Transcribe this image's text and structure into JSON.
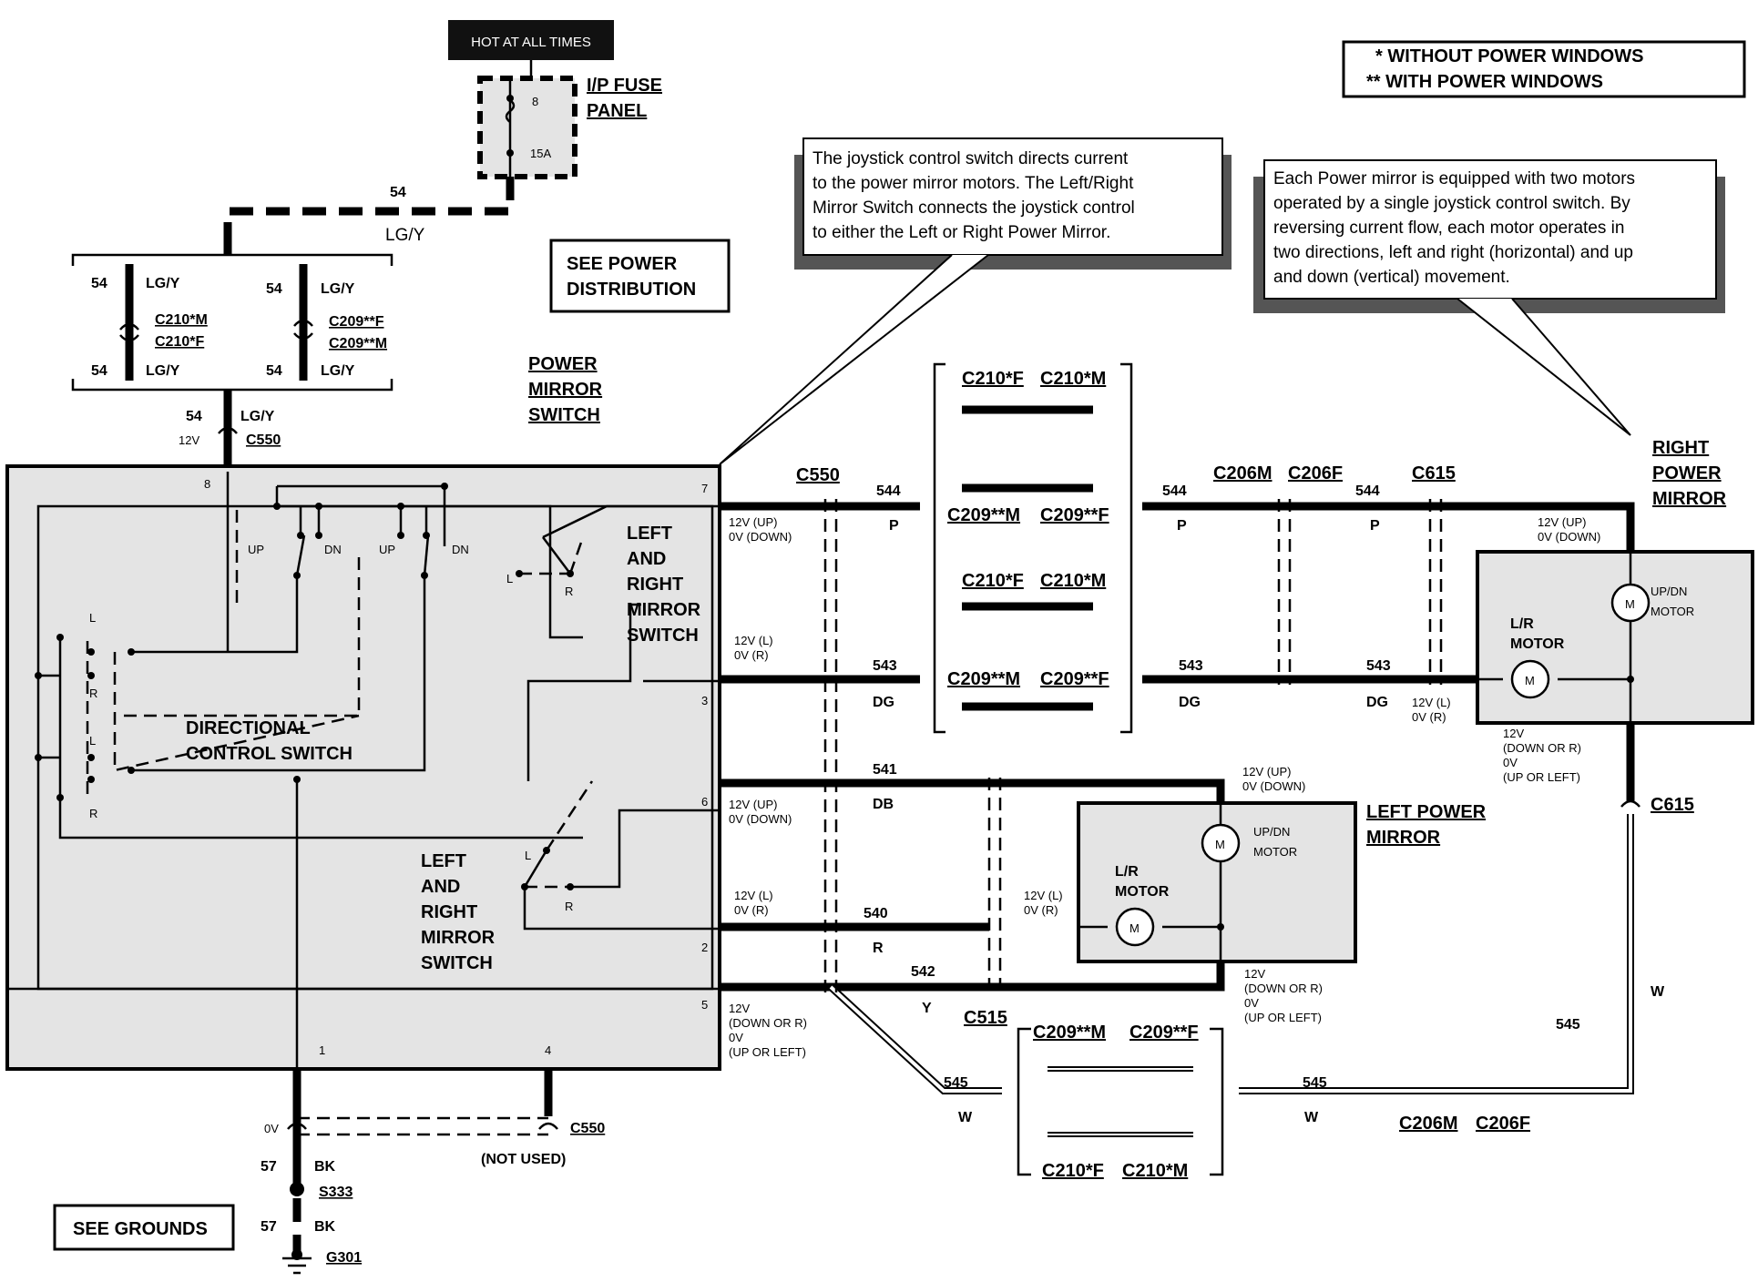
{
  "hot_label": "HOT AT ALL TIMES",
  "fuse": {
    "panel": [
      "I/P FUSE",
      "PANEL"
    ],
    "number": "8",
    "rating": "15A"
  },
  "legend": {
    "line1": "*  WITHOUT POWER WINDOWS",
    "line2": "**  WITH POWER WINDOWS"
  },
  "notes": {
    "joystick": [
      "The joystick control switch directs current",
      "to the power mirror motors. The Left/Right",
      "Mirror Switch connects the joystick control",
      "to either the Left or Right Power Mirror."
    ],
    "mirror": [
      "Each Power mirror is equipped with two motors",
      "operated by a single joystick control switch. By",
      "reversing current flow, each motor operates in",
      "two directions, left and right (horizontal) and up",
      "and down (vertical) movement."
    ]
  },
  "refs": {
    "power_distribution": [
      "SEE POWER",
      "DISTRIBUTION"
    ],
    "grounds": "SEE GROUNDS"
  },
  "circuits": {
    "c54": "54",
    "lgy": "LG/Y",
    "c544": "544",
    "c543": "543",
    "c541": "541",
    "c540": "540",
    "c542": "542",
    "c545": "545",
    "c57": "57",
    "p": "P",
    "dg": "DG",
    "db": "DB",
    "r": "R",
    "y": "Y",
    "w": "W",
    "bk": "BK"
  },
  "connectors": {
    "c210m": "C210*M",
    "c210f": "C210*F",
    "c209f": "C209**F",
    "c209m": "C209**M",
    "c550": "C550",
    "c206m": "C206M",
    "c206f": "C206F",
    "c615": "C615",
    "c515": "C515",
    "s333": "S333",
    "g301": "G301"
  },
  "components": {
    "power_mirror_switch": [
      "POWER",
      "MIRROR",
      "SWITCH"
    ],
    "lr_switch": [
      "LEFT",
      "AND",
      "RIGHT",
      "MIRROR",
      "SWITCH"
    ],
    "directional": [
      "DIRECTIONAL",
      "CONTROL SWITCH"
    ],
    "right_mirror": [
      "RIGHT",
      "POWER",
      "MIRROR"
    ],
    "left_mirror": [
      "LEFT POWER",
      "MIRROR"
    ],
    "updn_motor": [
      "UP/DN",
      "MOTOR"
    ],
    "lr_motor": [
      "L/R",
      "MOTOR"
    ],
    "motor_symbol": "M",
    "not_used": "(NOT USED)"
  },
  "pins": {
    "p8": "8",
    "p7": "7",
    "p3": "3",
    "p6": "6",
    "p2": "2",
    "p5": "5",
    "p1": "1",
    "p4": "4"
  },
  "switch_labels": {
    "up": "UP",
    "dn": "DN",
    "l": "L",
    "r": "R"
  },
  "voltages": {
    "v12": "12V",
    "v0": "0V",
    "up_down": [
      "12V (UP)",
      "0V (DOWN)"
    ],
    "l_r": [
      "12V (L)",
      "0V (R)"
    ],
    "down_right": [
      "12V",
      "(DOWN OR R)",
      "0V",
      "(UP OR LEFT)"
    ]
  }
}
